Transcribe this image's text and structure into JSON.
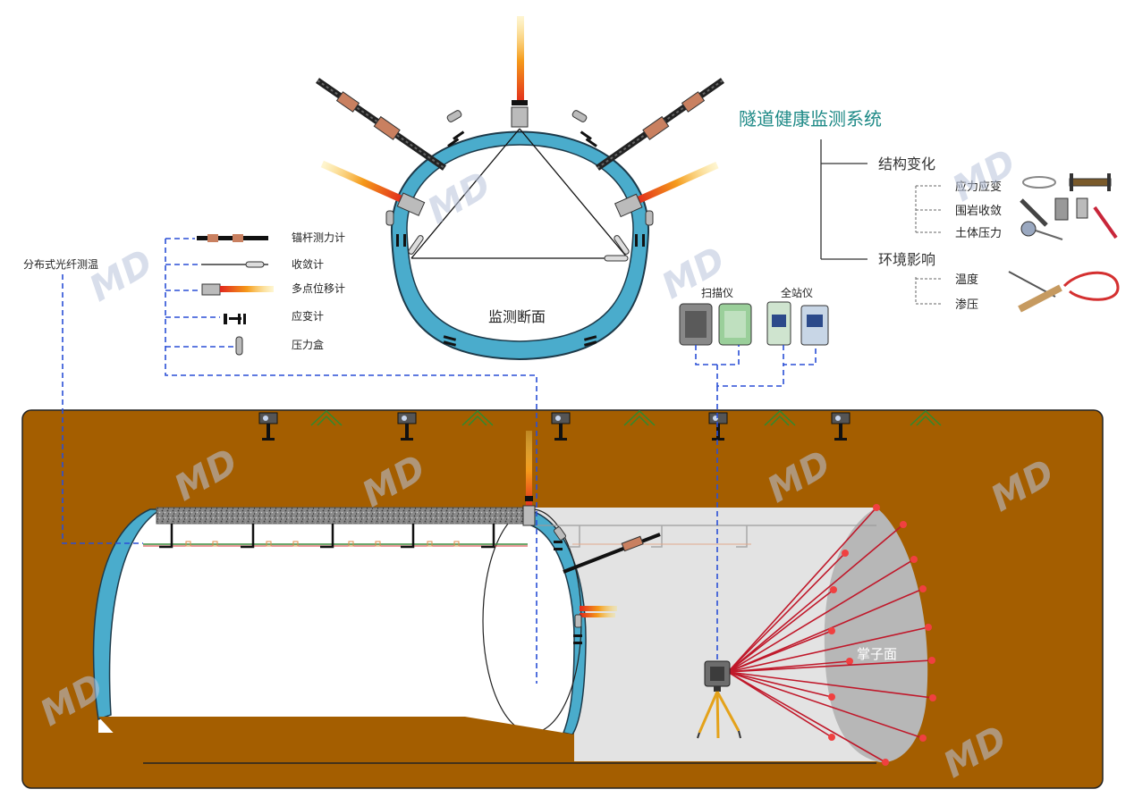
{
  "system": {
    "title": "隧道健康监测系统",
    "groups": [
      {
        "name": "结构变化",
        "items": [
          "应力应变",
          "围岩收敛",
          "土体压力"
        ]
      },
      {
        "name": "环境影响",
        "items": [
          "温度",
          "渗压"
        ]
      }
    ]
  },
  "section": {
    "label": "监测断面"
  },
  "sensors": {
    "fiber_label": "分布式光纤测温",
    "legend": [
      "锚杆测力计",
      "收敛计",
      "多点位移计",
      "应变计",
      "压力盒"
    ]
  },
  "instruments": {
    "scanner": "扫描仪",
    "total_station": "全站仪"
  },
  "tunnel": {
    "face_label": "掌子面"
  },
  "watermark": {
    "text": "MD"
  },
  "colors": {
    "lining": "#4aaccc",
    "soil": "#a45e00",
    "accent": "#1f8a87",
    "dash": "#2a4fd6",
    "laser": "#c0182a"
  }
}
